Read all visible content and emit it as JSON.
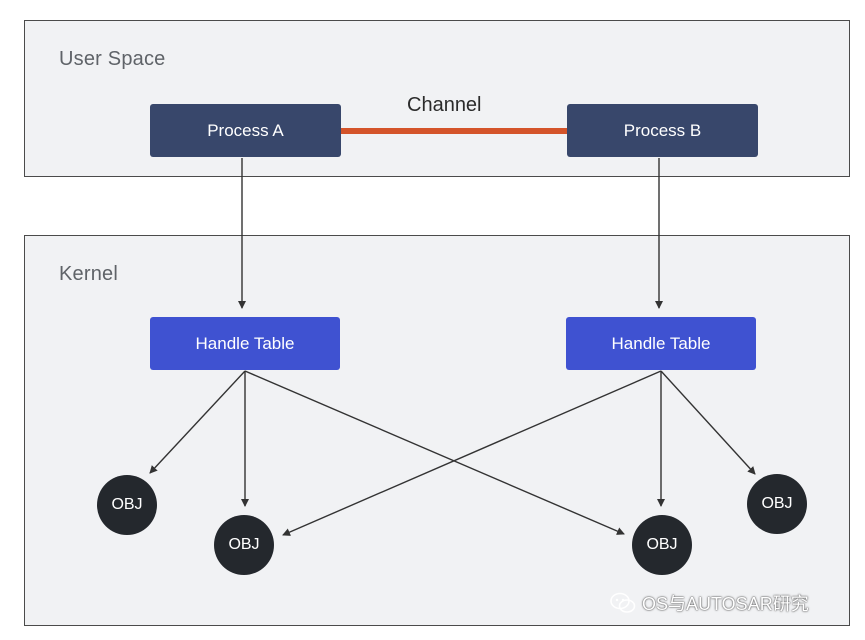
{
  "panels": {
    "user_space": "User Space",
    "kernel": "Kernel"
  },
  "channel": {
    "label": "Channel",
    "color": "#d4542a"
  },
  "processes": {
    "a": "Process A",
    "b": "Process B"
  },
  "handle_tables": {
    "a": "Handle Table",
    "b": "Handle Table"
  },
  "objects": [
    "OBJ",
    "OBJ",
    "OBJ",
    "OBJ"
  ],
  "colors": {
    "process": "#38476b",
    "handle_table": "#3f52d1",
    "object": "#24282d",
    "panel_bg": "#f1f2f4"
  },
  "watermark": {
    "icon": "wechat-icon",
    "text": "OS与AUTOSAR研究"
  }
}
